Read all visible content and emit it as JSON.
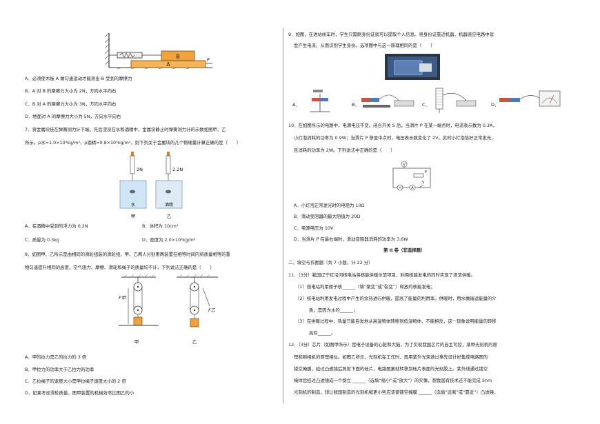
{
  "left": {
    "q6_options": [
      "A．必须使木板 A 做匀速运动才能测出 B 受到的摩擦力",
      "B．A 对 B 的摩擦力大小为 2N，方向水平向右",
      "C．B 对 A 的摩擦力大小为 3N，方向水平向右",
      "D．地面对 A 的摩擦力大小为 5N，方向水平向右"
    ],
    "q6_fig": {
      "label_b": "B",
      "label_a": "A",
      "label_f": "F"
    },
    "q7_stem": [
      "7．将金属块挂在弹簧测力计下端，先后浸没在水和酒精中，金属块静止时弹簧测力计的示数如图甲、乙",
      "所示。ρ水=1.0×10³kg/m³，ρ酒精=0.8×10³kg/m³，则下列关于金属块的几个物理量计算正确的是（　　）"
    ],
    "q7_fig": {
      "left_reading": "2N",
      "right_reading": "2.2N",
      "left_liquid": "水",
      "right_liquid": "酒精",
      "left_caption": "甲",
      "right_caption": "乙"
    },
    "q7_options": {
      "a": "A．在酒精中受到的浮力为 0.2N",
      "b": "B．体积为 10cm³",
      "c": "C．质量为 0.3kg",
      "d": "D．密度为 2.0×10³kg/m³"
    },
    "q8_stem": [
      "8．如图甲、乙所示是由相同的滑轮组装的滑轮组，甲、乙两人分别用两装置在相等时间内将质量相等的重",
      "物匀速提升相同的高度，空气阻力、摩擦、滑轮和绳子的质量均不计，下列说法正确的是（　　）"
    ],
    "q8_fig": {
      "f_jia": "F甲",
      "f_yi": "F乙",
      "caption_jia": "甲",
      "caption_yi": "乙"
    },
    "q8_options": [
      "A．甲的拉力是乙的拉力的 3 倍",
      "B．甲拉力的功率大于乙拉力的功率",
      "C．乙拉绳子的速度大小是甲拉绳子速度大小的 2 倍",
      "D．如果考虑滑轮质量，图甲装置的机械效率比图乙的小"
    ]
  },
  "right": {
    "q9_stem": [
      "9．如图，在进站候车时，学生只需刷身份证就可以提取个人信息。将身份证靠近机器，机器感应电路中就",
      "会产生电流，从而识别学生身份。选项图中与这一原理相同的是（　　）"
    ],
    "q9_labels": [
      "A．",
      "B．",
      "C．",
      "D．"
    ],
    "q10_stem": [
      "10．在如图所示的电路中，电源电压不变。闭合开关 S 后，当滑片 P 在某一端点时，电流表示数为 0.3A，",
      "小灯泡消耗的功率为 0.9W；当滑片 P 移至中点时，电压表示数变化了 2V，此时小灯泡恰好正常发光，",
      "且消耗的功率为 2W。下列说法中正确的是（　　）"
    ],
    "q10_fig": {
      "v": "V",
      "a": "A",
      "p": "P",
      "s": "S"
    },
    "q10_options": [
      "A．小灯泡正常发光时的电阻为 10Ω",
      "B．滑动变阻器的最大阻值为 20Ω",
      "C．电源电压为 10V",
      "D．当滑片 P 在最右端时，滑动变阻器消耗的功率为 3.6W"
    ],
    "part2_title": "第 II 卷（非选择题）",
    "section2_title": "二、填空与作图题（共 7 小题，计 22 分）",
    "q11": [
      "11．（3分）我国辽宁红沿河核电站将核能供暖示范项目，利用核能发电的同时实现了清洁供暖。",
      "（1）核电站利用原子核______（填“聚变”或“裂变”）释放的核能发电；",
      "（2）核电站利用发电过程中产生的余热进行供暖，提高了能量的利用率。供暖时，用水做输运能量的介",
      "质，是因为水的______；",
      "（3）在供暖过程中，热量只能自发地从高温物体转移到低温物体，不能相反，这一现象说明能量的转移",
      "具有______。"
    ],
    "q12": [
      "12．（3分）芯片（如图甲所示）是电子设备的心脏和大脑，为了实现我国芯片的自主可控，某种光刻机的原",
      "理和照相机的原理相似。如图乙所示，光刻机在工作时，再用紫外光束透过事先设计好集成电路图的",
      "镂空掩膜，经过凸透镜后照射下面的硅片，电路图案就转移到硅片表面的光刻胶上。紫外线通过镂空",
      "掩体后经过凸透镜成一个倒立 ______（选填“缩小”或“放大”）的实像，想我国有技术还不能完成 5nm",
      "光刻机的制造，想让我国制造的光刻机缩更小些应该使镂空掩膜 ______（选填“远离”或“靠近”）凸透镜，"
    ]
  }
}
